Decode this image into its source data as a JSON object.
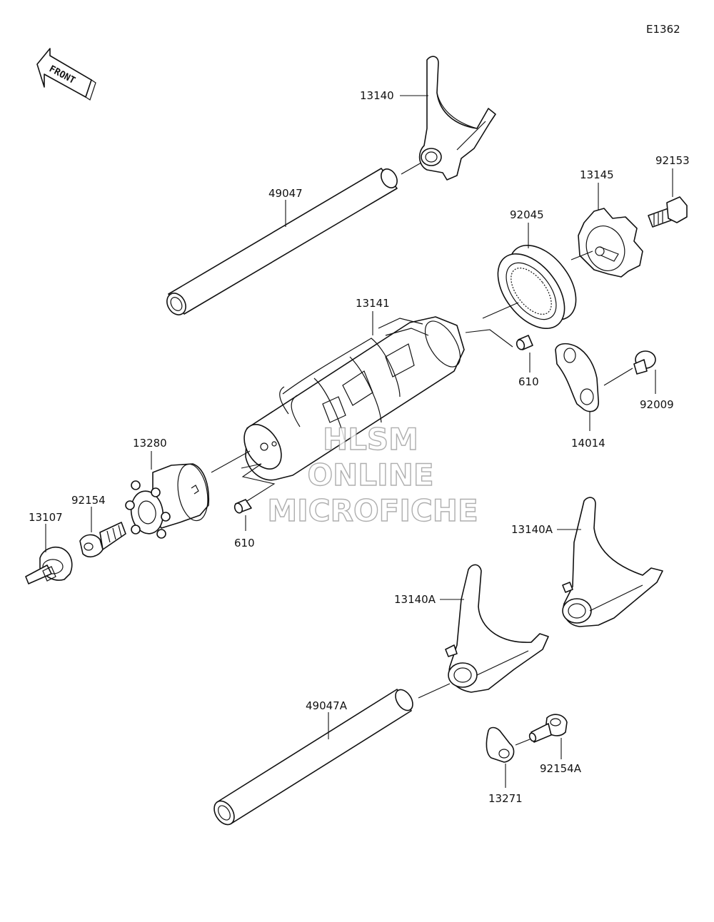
{
  "diagram_code": "E1362",
  "front_label": "FRONT",
  "watermark": [
    "HLSM",
    "ONLINE",
    "MICROFICHE"
  ],
  "parts": {
    "p13140": "13140",
    "p49047": "49047",
    "p13145": "13145",
    "p92153": "92153",
    "p92045": "92045",
    "p13141": "13141",
    "p610a": "610",
    "p92009": "92009",
    "p14014": "14014",
    "p13280": "13280",
    "p92154": "92154",
    "p13107": "13107",
    "p610b": "610",
    "p13140A_right": "13140A",
    "p13140A_left": "13140A",
    "p49047A": "49047A",
    "p92154A": "92154A",
    "p13271": "13271"
  }
}
